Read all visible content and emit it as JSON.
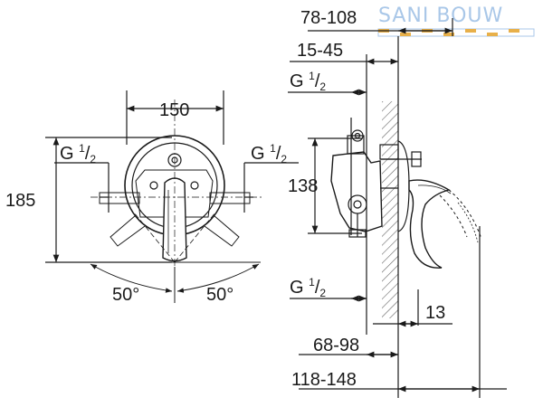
{
  "colors": {
    "line": "#1a1a1a",
    "brand": "#a9c7e8",
    "hatch": "#555555"
  },
  "brand": {
    "name": "SANI BOUW",
    "icon": "pipe-checker-icon"
  },
  "front_view": {
    "width_label": "150",
    "height_label": "185",
    "left_thread": {
      "base": "G ",
      "sup": "1",
      "sub": "2"
    },
    "right_thread": {
      "base": "G ",
      "sup": "1",
      "sub": "2"
    },
    "left_angle": "50°",
    "right_angle": "50°"
  },
  "side_view": {
    "range_top": "78-108",
    "range_wall": "15-45",
    "top_thread": {
      "base": "G ",
      "sup": "1",
      "sub": "2"
    },
    "height_label": "138",
    "bottom_thread": {
      "base": "G ",
      "sup": "1",
      "sub": "2"
    },
    "depth_label": "13",
    "range_mid": "68-98",
    "range_bottom": "118-148"
  }
}
